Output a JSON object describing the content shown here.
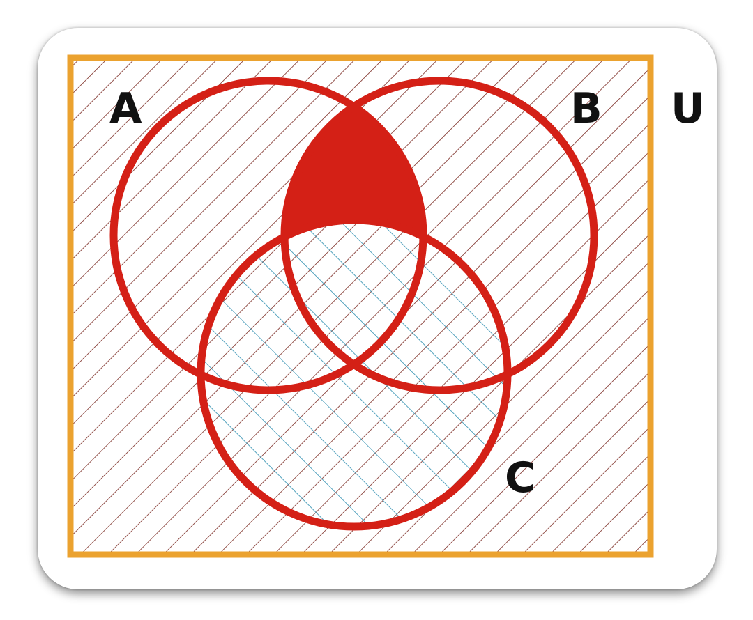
{
  "diagram": {
    "universe_label": "U",
    "sets": [
      {
        "id": "A",
        "label": "A"
      },
      {
        "id": "B",
        "label": "B"
      },
      {
        "id": "C",
        "label": "C"
      }
    ],
    "colors": {
      "universe_border": "#EBA22F",
      "circle_stroke": "#D42016",
      "solid_region_fill": "#D42016",
      "diagonal_hatch": "#7A2A22",
      "crosshatch": "#2F8FB0",
      "label_text": "#111111"
    }
  }
}
